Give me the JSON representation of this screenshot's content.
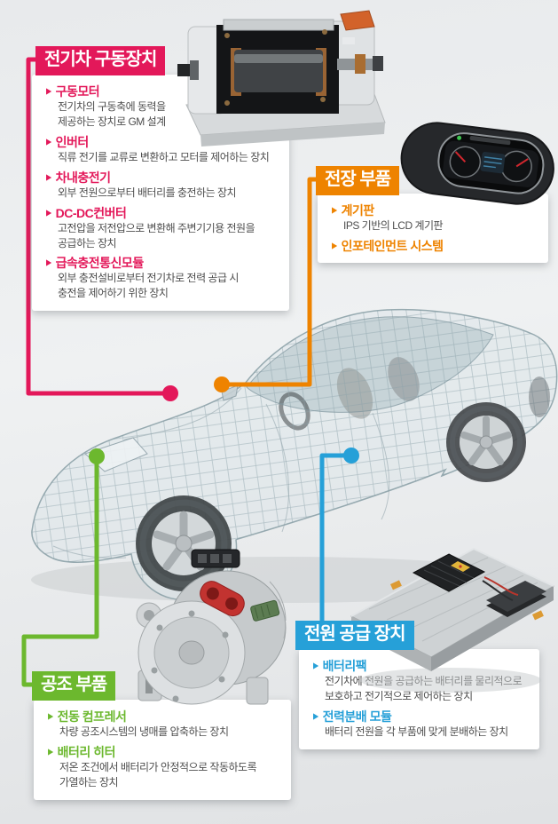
{
  "colors": {
    "drive": "#e3185a",
    "electronics": "#ee8300",
    "hvac": "#6cb82e",
    "power": "#26a0d8",
    "panel_background": "#ffffff",
    "body_text": "#4e4e4e",
    "page_background": "#e9ebed"
  },
  "icons": {
    "bullet": "▶"
  },
  "sections": {
    "drive": {
      "header": "전기차 구동장치",
      "items": [
        {
          "title": "구동모터",
          "desc": [
            "전기차의 구동축에 동력을",
            "제공하는 장치로 GM 설계"
          ]
        },
        {
          "title": "인버터",
          "desc": [
            "직류 전기를 교류로 변환하고 모터를 제어하는 장치"
          ]
        },
        {
          "title": "차내충전기",
          "desc": [
            "외부 전원으로부터 배터리를 충전하는 장치"
          ]
        },
        {
          "title": "DC-DC컨버터",
          "desc": [
            "고전압을 저전압으로 변환해 주변기기용 전원을",
            "공급하는 장치"
          ]
        },
        {
          "title": "급속충전통신모듈",
          "desc": [
            "외부 충전설비로부터 전기차로 전력 공급 시",
            "충전을 제어하기 위한 장치"
          ]
        }
      ]
    },
    "electronics": {
      "header": "전장 부품",
      "items": [
        {
          "title": "계기판",
          "desc": [
            "IPS 기반의 LCD 계기판"
          ]
        },
        {
          "title": "인포테인먼트 시스템",
          "desc": []
        }
      ]
    },
    "hvac": {
      "header": "공조 부품",
      "items": [
        {
          "title": "전동 컴프레서",
          "desc": [
            "차량 공조시스템의 냉매를 압축하는 장치"
          ]
        },
        {
          "title": "배터리 히터",
          "desc": [
            "저온 조건에서 배터리가 안정적으로 작동하도록",
            "가열하는 장치"
          ]
        }
      ]
    },
    "power": {
      "header": "전원 공급 장치",
      "items": [
        {
          "title": "배터리팩",
          "desc": [
            "전기차에 전원을 공급하는 배터리를 물리적으로",
            "보호하고 전기적으로 제어하는 장치"
          ]
        },
        {
          "title": "전력분배 모듈",
          "desc": [
            "배터리 전원을 각 부품에 맞게 분배하는 장치"
          ]
        }
      ]
    }
  }
}
